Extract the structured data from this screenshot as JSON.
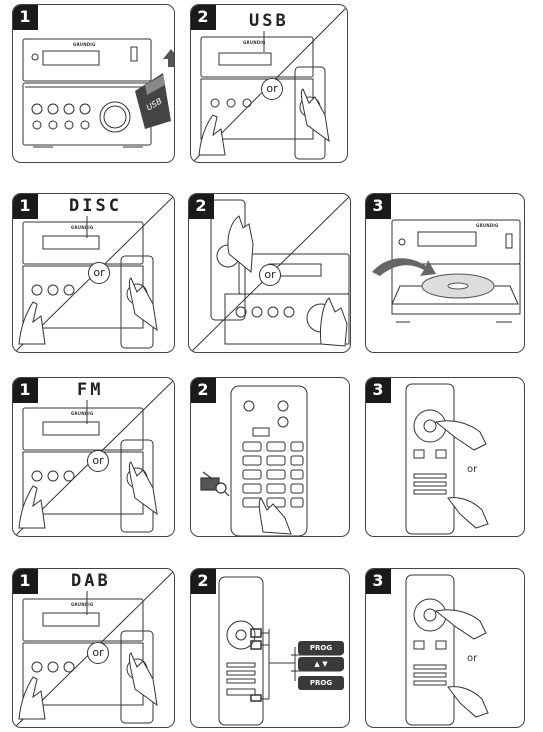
{
  "steps": {
    "s1": "1",
    "s2": "2",
    "s3": "3"
  },
  "usb": {
    "mode_label": "USB",
    "usb_stick_text": "USB",
    "or_label": "or"
  },
  "disc": {
    "mode_label": "DISC",
    "or_label": "or"
  },
  "fm": {
    "mode_label": "FM",
    "or_label": "or",
    "or_text": "or"
  },
  "dab": {
    "mode_label": "DAB",
    "or_label": "or",
    "or_text": "or",
    "proc_top": "PROG",
    "arrow_keys": "▲ ▼",
    "proc_bottom": "PROG"
  },
  "brand": "GRUNDIG",
  "icons": [
    "usb-stick-icon",
    "hand-icon",
    "remote-control-icon",
    "disc-icon",
    "radio-search-icon",
    "arrow-up-icon"
  ],
  "colors": {
    "line": "#333333",
    "dark": "#1a1a1a",
    "button_fill": "#3a3a3a"
  }
}
